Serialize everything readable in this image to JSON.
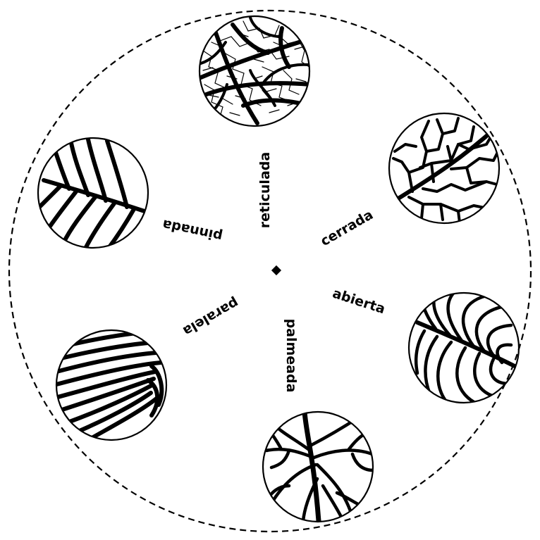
{
  "labels": {
    "reticulada": "reticulada",
    "cerrada": "cerrada",
    "abierta": "abierta",
    "palmeada": "palmeada",
    "paralela": "paralela",
    "pinnada": "pinnada"
  },
  "colors": {
    "ink": "#000000",
    "paper": "#ffffff"
  }
}
